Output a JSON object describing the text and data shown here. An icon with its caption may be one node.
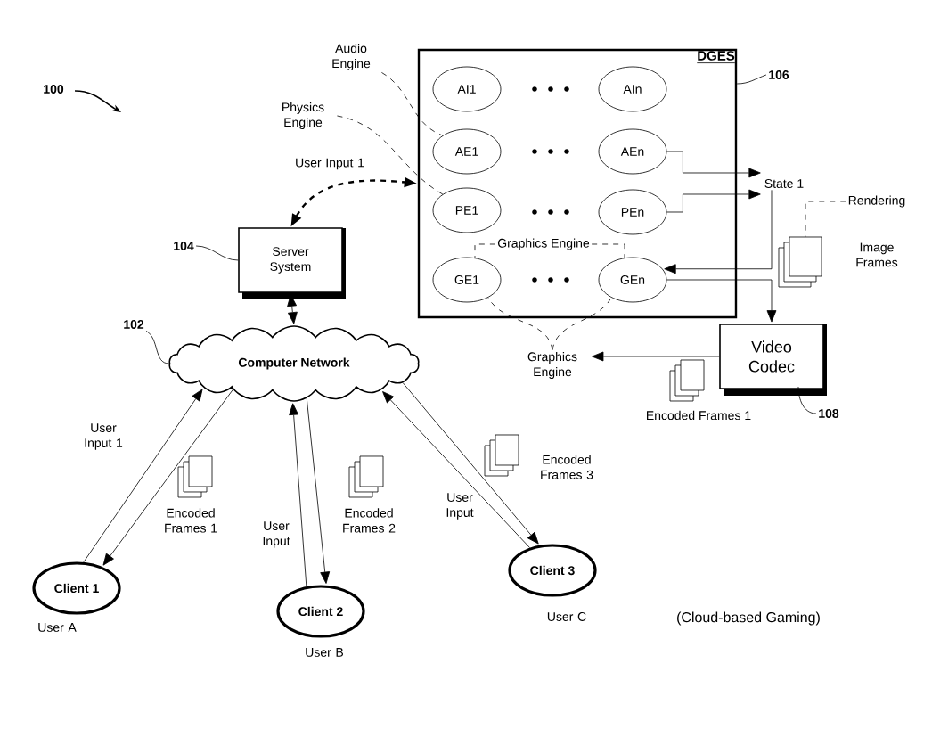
{
  "diagram": {
    "nodes": [
      {
        "text": [
          "DGES"
        ]
      },
      {
        "text": [
          "AI1"
        ],
        "in": 0
      },
      {
        "text": [
          "AIn"
        ],
        "in": 0
      },
      {
        "text": [
          "AE1"
        ],
        "in": 0
      },
      {
        "text": [
          "AEn"
        ],
        "in": 0
      },
      {
        "text": [
          "PE1"
        ],
        "in": 0
      },
      {
        "text": [
          "PEn"
        ],
        "in": 0
      },
      {
        "text": [
          "GE1"
        ],
        "in": 0
      },
      {
        "text": [
          "GEn"
        ],
        "in": 0
      },
      {
        "text": [
          "Server System"
        ]
      },
      {
        "text": [
          "Computer Network"
        ]
      },
      {
        "text": [
          "Video Codec"
        ]
      },
      {
        "text": [
          "Client 1"
        ],
        "beside": [
          "User A"
        ]
      },
      {
        "text": [
          "Client 2"
        ],
        "beside": [
          "User B"
        ]
      },
      {
        "text": [
          "Client 3"
        ],
        "beside": [
          "User C"
        ]
      },
      {
        "text": [
          "State 1"
        ]
      },
      {
        "text": [
          "Audio Engine"
        ]
      },
      {
        "text": [
          "Physics Engine"
        ]
      },
      {
        "text": [
          "Graphics Engine"
        ],
        "in": 0
      },
      {
        "text": [
          "Graphics Engine"
        ]
      },
      {
        "text": [
          "Rendering"
        ]
      },
      {
        "text": [],
        "shape": "box",
        "beside": [
          "Image Frames"
        ]
      },
      {
        "text": [
          "106"
        ]
      },
      {
        "text": [
          "104"
        ]
      },
      {
        "text": [
          "102"
        ]
      },
      {
        "text": [
          "108"
        ]
      }
    ],
    "edges": [
      {
        "from": 9,
        "to": 0,
        "arrow": "both",
        "label": "User Input 1",
        "style": "dashed"
      },
      {
        "from": 9,
        "to": 10,
        "arrow": "both"
      },
      {
        "from": 4,
        "to": 15,
        "arrow": "to"
      },
      {
        "from": 6,
        "to": 15,
        "arrow": "to"
      },
      {
        "from": 15,
        "to": 8,
        "arrow": "to"
      },
      {
        "from": 8,
        "to": 11,
        "arrow": "to"
      },
      {
        "from": 11,
        "to": 19,
        "arrow": "to"
      },
      {
        "from": 16,
        "to": 3,
        "arrow": "none",
        "style": "dashed"
      },
      {
        "from": 17,
        "to": 5,
        "arrow": "none",
        "style": "dashed"
      },
      {
        "from": 18,
        "to": 7,
        "arrow": "none",
        "style": "dashed"
      },
      {
        "from": 18,
        "to": 8,
        "arrow": "none",
        "style": "dashed"
      },
      {
        "from": 19,
        "to": 7,
        "arrow": "none",
        "style": "dashed"
      },
      {
        "from": 19,
        "to": 8,
        "arrow": "none",
        "style": "dashed"
      },
      {
        "from": 20,
        "to": 21,
        "arrow": "none",
        "style": "dashed"
      },
      {
        "from": 12,
        "to": 10,
        "arrow": "to",
        "label": "User Input 1"
      },
      {
        "from": 10,
        "to": 12,
        "arrow": "to",
        "label": "Encoded Frames 1"
      },
      {
        "from": 13,
        "to": 10,
        "arrow": "to",
        "label": "User Input"
      },
      {
        "from": 10,
        "to": 13,
        "arrow": "to",
        "label": "Encoded Frames 2"
      },
      {
        "from": 14,
        "to": 10,
        "arrow": "to",
        "label": "User Input"
      },
      {
        "from": 10,
        "to": 14,
        "arrow": "to",
        "label": "Encoded Frames 3"
      },
      {
        "from": 22,
        "to": 0,
        "arrow": "none"
      },
      {
        "from": 23,
        "to": 9,
        "arrow": "none"
      },
      {
        "from": 24,
        "to": 10,
        "arrow": "none"
      },
      {
        "from": 25,
        "to": 11,
        "arrow": "none"
      }
    ],
    "labels": [
      "100",
      "Encoded Frames 1",
      "(Cloud-based Gaming)"
    ]
  }
}
